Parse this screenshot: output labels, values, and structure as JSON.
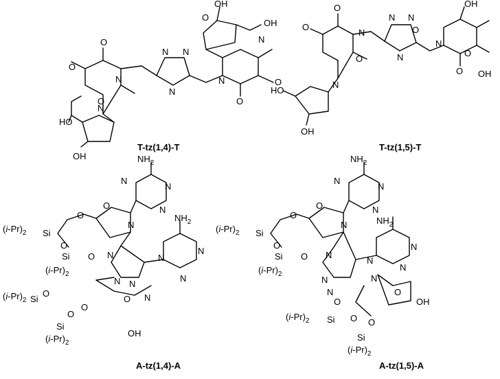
{
  "figure": {
    "captions": {
      "ttz14t": "T-tz(1,4)-T",
      "ttz15t": "T-tz(1,5)-T",
      "atz14a": "A-tz(1,4)-A",
      "atz15a": "A-tz(1,5)-A"
    },
    "labels": {
      "N": "N",
      "O": "O",
      "OH": "OH",
      "HO": "HO",
      "NH2_main": "NH",
      "NH2_sub": "2",
      "Si": "Si",
      "iPr_paren_open": "(",
      "iPr_i": "i",
      "iPr_rest": "-Pr)",
      "iPr_sub": "2"
    },
    "colors": {
      "ink": "#000000",
      "background": "#ffffff"
    }
  }
}
